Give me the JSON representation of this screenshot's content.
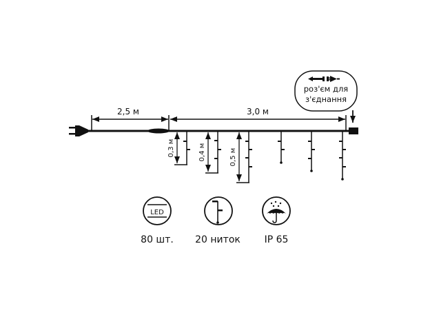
{
  "dimensions": {
    "lead_cable": "2,5 м",
    "light_section": "3,0 м",
    "drop_short": "0,3 м",
    "drop_medium": "0,4 м",
    "drop_long": "0,5 м"
  },
  "connector": {
    "line1": "роз'єм для",
    "line2": "з'єднання",
    "icon": "plug-socket-icon"
  },
  "specs": [
    {
      "icon": "led-icon",
      "icon_text": "LED",
      "label": "80 шт."
    },
    {
      "icon": "strand-icon",
      "label": "20 ниток"
    },
    {
      "icon": "umbrella-rain-icon",
      "label": "IP 65"
    }
  ],
  "colors": {
    "line": "#111111",
    "background": "#ffffff"
  }
}
